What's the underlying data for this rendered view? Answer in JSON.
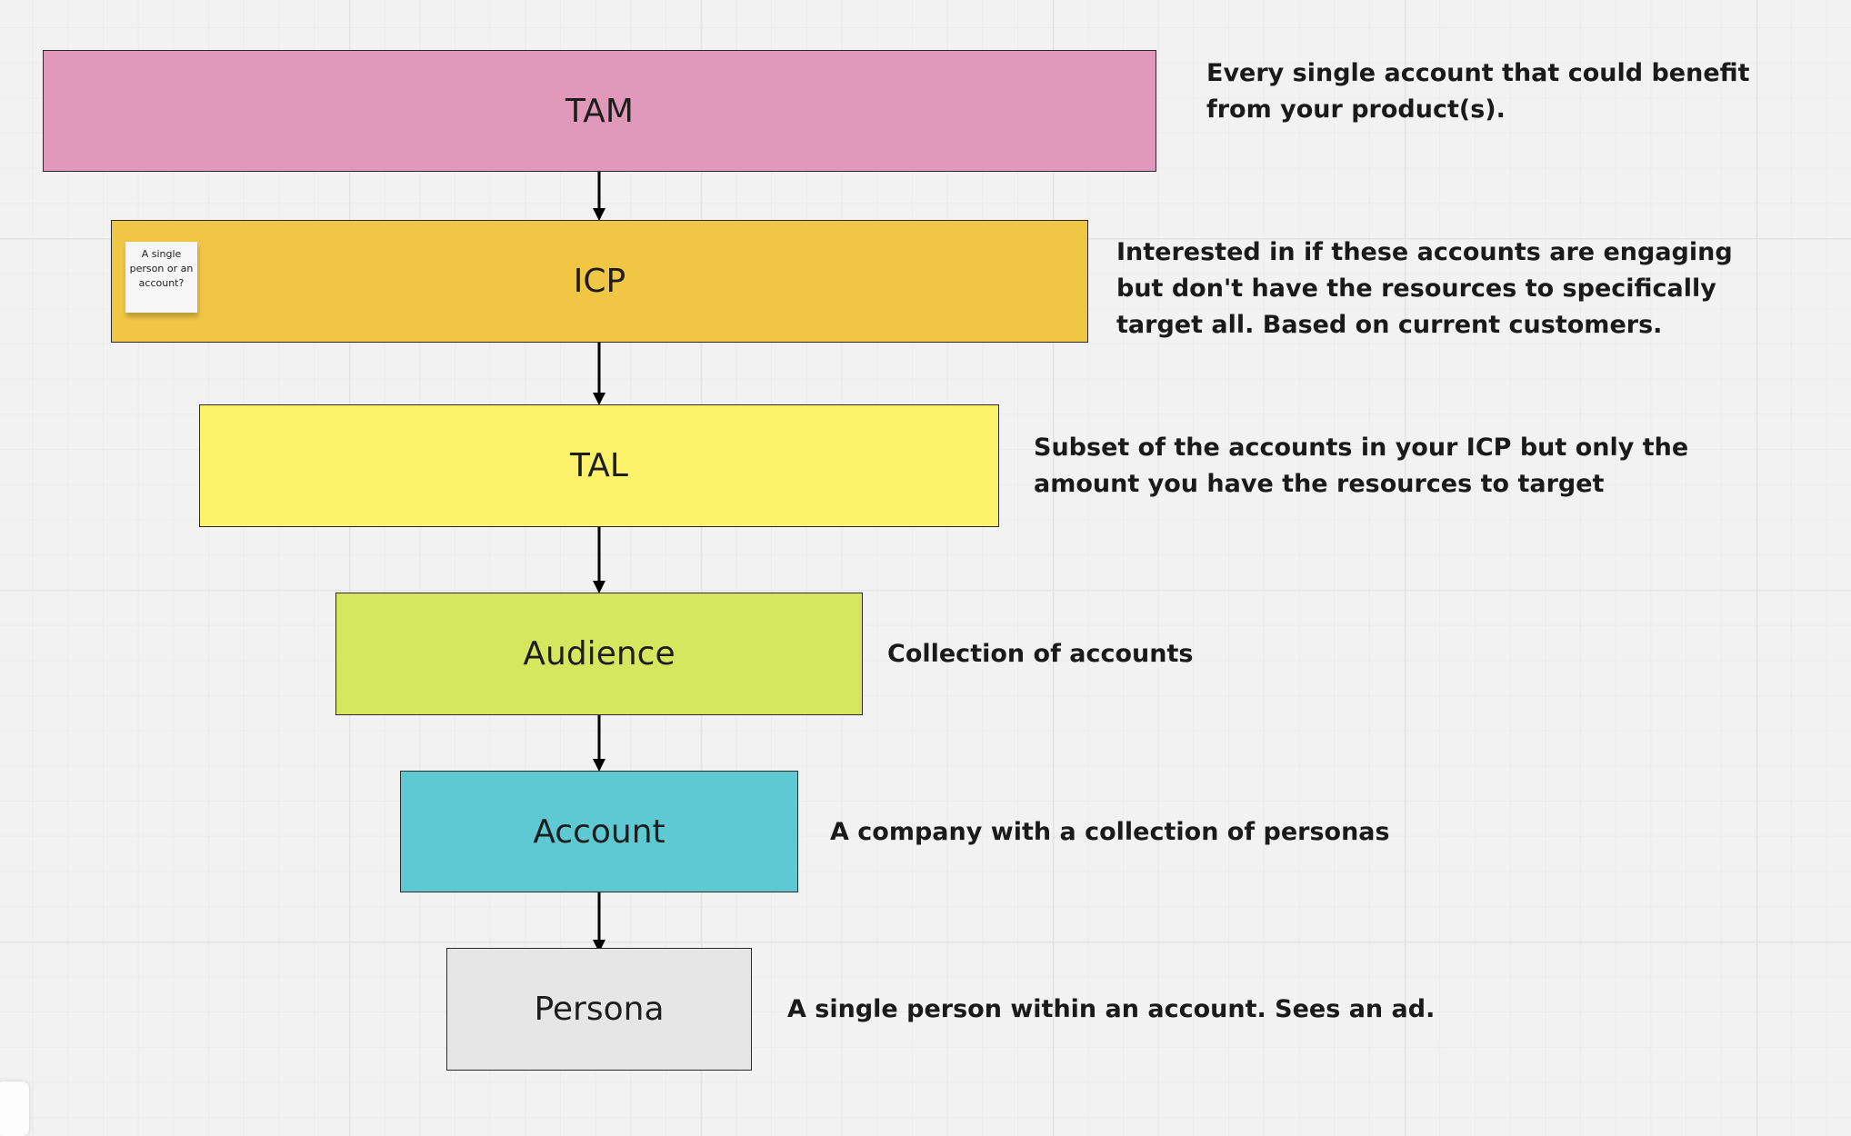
{
  "levels": [
    {
      "label": "TAM",
      "description": "Every single account that could benefit from your product(s).",
      "color": "#e099bb"
    },
    {
      "label": "ICP",
      "description": "Interested in if these accounts are engaging but don't have the resources to specifically target all. Based on current customers.",
      "color": "#f2c645"
    },
    {
      "label": "TAL",
      "description": "Subset of the accounts in your ICP but only the amount you have the resources to target",
      "color": "#fcf36a"
    },
    {
      "label": "Audience",
      "description": "Collection of accounts",
      "color": "#d5e65f"
    },
    {
      "label": "Account",
      "description": "A company with a collection of personas",
      "color": "#5ec9d3"
    },
    {
      "label": "Persona",
      "description": "A single person within an account. Sees an ad.",
      "color": "#e6e6e6"
    }
  ],
  "sticky_note": {
    "text": "A single person or an account?",
    "color": "#f6f6f6"
  }
}
